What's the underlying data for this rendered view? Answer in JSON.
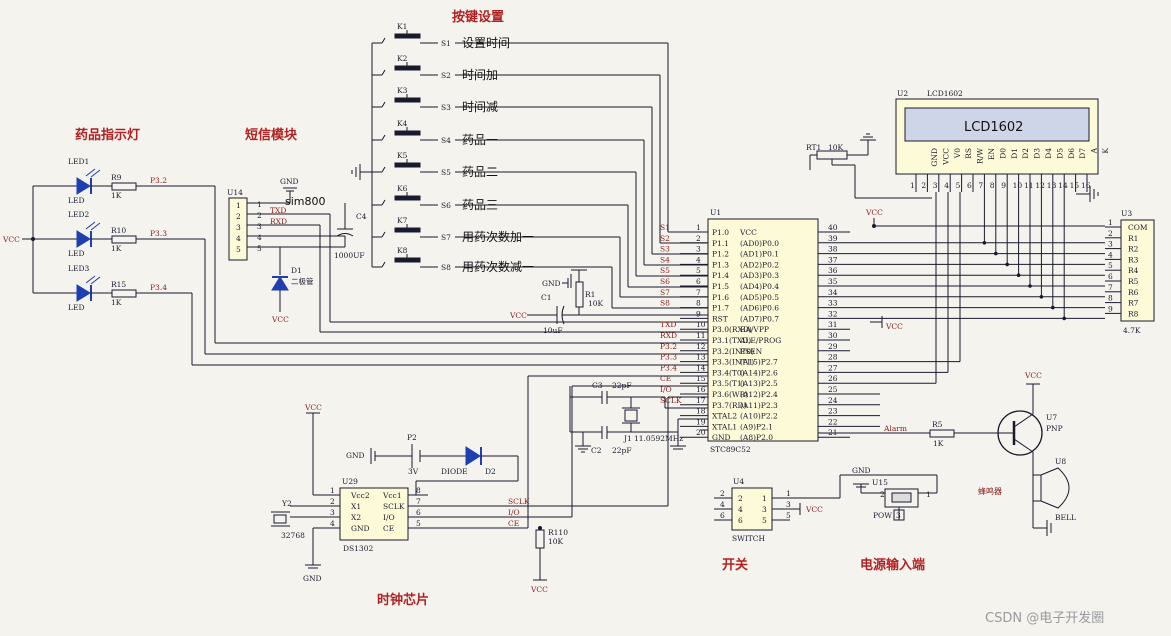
{
  "headings": {
    "keys": "按键设置",
    "leds": "药品指示灯",
    "sms": "短信模块",
    "clock": "时钟芯片",
    "switch": "开关",
    "power": "电源输入端",
    "buzzer": "蜂鸣器"
  },
  "watermark": "CSDN @电子开发圈",
  "keys": [
    {
      "ref": "K1",
      "sw": "S1",
      "label": "设置时间"
    },
    {
      "ref": "K2",
      "sw": "S2",
      "label": "时间加"
    },
    {
      "ref": "K3",
      "sw": "S3",
      "label": "时间减"
    },
    {
      "ref": "K4",
      "sw": "S4",
      "label": "药品一"
    },
    {
      "ref": "K5",
      "sw": "S5",
      "label": "药品二"
    },
    {
      "ref": "K6",
      "sw": "S6",
      "label": "药品三"
    },
    {
      "ref": "K7",
      "sw": "S7",
      "label": "用药次数加一"
    },
    {
      "ref": "K8",
      "sw": "S8",
      "label": "用药次数减一"
    }
  ],
  "leds": [
    {
      "ref": "LED1",
      "type": "LED",
      "res": "R9",
      "val": "1K",
      "net": "P3.2"
    },
    {
      "ref": "LED2",
      "type": "LED",
      "res": "R10",
      "val": "1K",
      "net": "P3.3"
    },
    {
      "ref": "LED3",
      "type": "LED",
      "res": "R15",
      "val": "1K",
      "net": "P3.4"
    }
  ],
  "vcc": "VCC",
  "gnd": "GND",
  "sms": {
    "ref": "U14",
    "module": "sim800",
    "txd": "TXD",
    "rxd": "RXD",
    "cap": "C4",
    "cap_val": "1000UF",
    "diode": "D1",
    "diode_val": "二极管",
    "pins": [
      "1",
      "2",
      "3",
      "4",
      "5"
    ]
  },
  "mcu": {
    "ref": "U1",
    "part": "STC89C52",
    "left": [
      {
        "n": "1",
        "name": "P1.0",
        "net": "S1"
      },
      {
        "n": "2",
        "name": "P1.1",
        "net": "S2"
      },
      {
        "n": "3",
        "name": "P1.2",
        "net": "S3"
      },
      {
        "n": "4",
        "name": "P1.3",
        "net": "S4"
      },
      {
        "n": "5",
        "name": "P1.4",
        "net": "S5"
      },
      {
        "n": "6",
        "name": "P1.5",
        "net": "S6"
      },
      {
        "n": "7",
        "name": "P1.6",
        "net": "S7"
      },
      {
        "n": "8",
        "name": "P1.7",
        "net": "S8"
      },
      {
        "n": "9",
        "name": "RST",
        "net": ""
      },
      {
        "n": "10",
        "name": "P3.0(RXD)",
        "net": "TXD"
      },
      {
        "n": "11",
        "name": "P3.1(TXD)",
        "net": "RXD"
      },
      {
        "n": "12",
        "name": "P3.2(INT0)",
        "net": "P3.2"
      },
      {
        "n": "13",
        "name": "P3.3(INT1)",
        "net": "P3.3"
      },
      {
        "n": "14",
        "name": "P3.4(T0)",
        "net": "P3.4"
      },
      {
        "n": "15",
        "name": "P3.5(T1)",
        "net": "CE"
      },
      {
        "n": "16",
        "name": "P3.6(WR)",
        "net": "I/O"
      },
      {
        "n": "17",
        "name": "P3.7(RD)",
        "net": "SCLK"
      },
      {
        "n": "18",
        "name": "XTAL2",
        "net": ""
      },
      {
        "n": "19",
        "name": "XTAL1",
        "net": ""
      },
      {
        "n": "20",
        "name": "GND",
        "net": ""
      }
    ],
    "right": [
      {
        "n": "40",
        "name": "VCC"
      },
      {
        "n": "39",
        "name": "(AD0)P0.0"
      },
      {
        "n": "38",
        "name": "(AD1)P0.1"
      },
      {
        "n": "37",
        "name": "(AD2)P0.2"
      },
      {
        "n": "36",
        "name": "(AD3)P0.3"
      },
      {
        "n": "35",
        "name": "(AD4)P0.4"
      },
      {
        "n": "34",
        "name": "(AD5)P0.5"
      },
      {
        "n": "33",
        "name": "(AD6)P0.6"
      },
      {
        "n": "32",
        "name": "(AD7)P0.7"
      },
      {
        "n": "31",
        "name": "EA/VPP"
      },
      {
        "n": "30",
        "name": "ALE/PROG"
      },
      {
        "n": "29",
        "name": "PSEN"
      },
      {
        "n": "28",
        "name": "(A15)P2.7"
      },
      {
        "n": "27",
        "name": "(A14)P2.6"
      },
      {
        "n": "26",
        "name": "(A13)P2.5"
      },
      {
        "n": "25",
        "name": "(A12)P2.4"
      },
      {
        "n": "24",
        "name": "(A11)P2.3"
      },
      {
        "n": "23",
        "name": "(A10)P2.2"
      },
      {
        "n": "22",
        "name": "(A9)P2.1"
      },
      {
        "n": "21",
        "name": "(A8)P2.0"
      }
    ]
  },
  "lcd": {
    "ref": "U2",
    "part": "LCD1602",
    "display": "LCD1602",
    "pins": [
      "GND",
      "VCC",
      "V0",
      "RS",
      "R/W",
      "EN",
      "D0",
      "D1",
      "D2",
      "D3",
      "D4",
      "D5",
      "D6",
      "D7",
      "A",
      "K"
    ],
    "pin_numbers": [
      "1",
      "2",
      "3",
      "4",
      "5",
      "6",
      "7",
      "8",
      "9",
      "10",
      "11",
      "12",
      "13",
      "14",
      "15",
      "16"
    ],
    "pot": "RT1",
    "pot_val": "10K"
  },
  "rpack": {
    "ref": "U3",
    "val": "4.7K",
    "pins": [
      "COM",
      "R1",
      "R2",
      "R3",
      "R4",
      "R5",
      "R6",
      "R7",
      "R8"
    ],
    "nums": [
      "1",
      "2",
      "3",
      "4",
      "5",
      "6",
      "7",
      "8",
      "9"
    ]
  },
  "reset": {
    "cap": "C1",
    "cap_val": "10uF",
    "res": "R1",
    "res_val": "10K"
  },
  "crystal": {
    "c3": "C3",
    "c3_val": "22pF",
    "c2": "C2",
    "c2_val": "22pF",
    "xtal": "J1",
    "freq": "11.0592MHz"
  },
  "rtc": {
    "ref": "U29",
    "part": "DS1302",
    "left_pins": [
      {
        "n": "1",
        "name": "Vcc2"
      },
      {
        "n": "2",
        "name": "X1"
      },
      {
        "n": "3",
        "name": "X2"
      },
      {
        "n": "4",
        "name": "GND"
      }
    ],
    "right_pins": [
      {
        "n": "8",
        "name": "Vcc1"
      },
      {
        "n": "7",
        "name": "SCLK"
      },
      {
        "n": "6",
        "name": "I/O"
      },
      {
        "n": "5",
        "name": "CE"
      }
    ],
    "xtal": "Y2",
    "xtal_val": "32768",
    "batt": "P2",
    "batt_val": "3V",
    "diode": "D2",
    "diode_val": "DIODE",
    "pullup": "R110",
    "pullup_val": "10K",
    "nets": [
      "SCLK",
      "I/O",
      "CE"
    ]
  },
  "switch": {
    "ref": "U4",
    "part": "SWITCH",
    "pins": [
      "1",
      "2",
      "3",
      "4",
      "5",
      "6"
    ]
  },
  "power": {
    "ref": "U15",
    "part": "POW",
    "pins": [
      "1",
      "2",
      "3"
    ]
  },
  "buzzer": {
    "ref": "U8",
    "part": "BELL",
    "transistor": "U7",
    "transistor_val": "PNP",
    "res": "R5",
    "res_val": "1K",
    "net": "Alarm"
  }
}
